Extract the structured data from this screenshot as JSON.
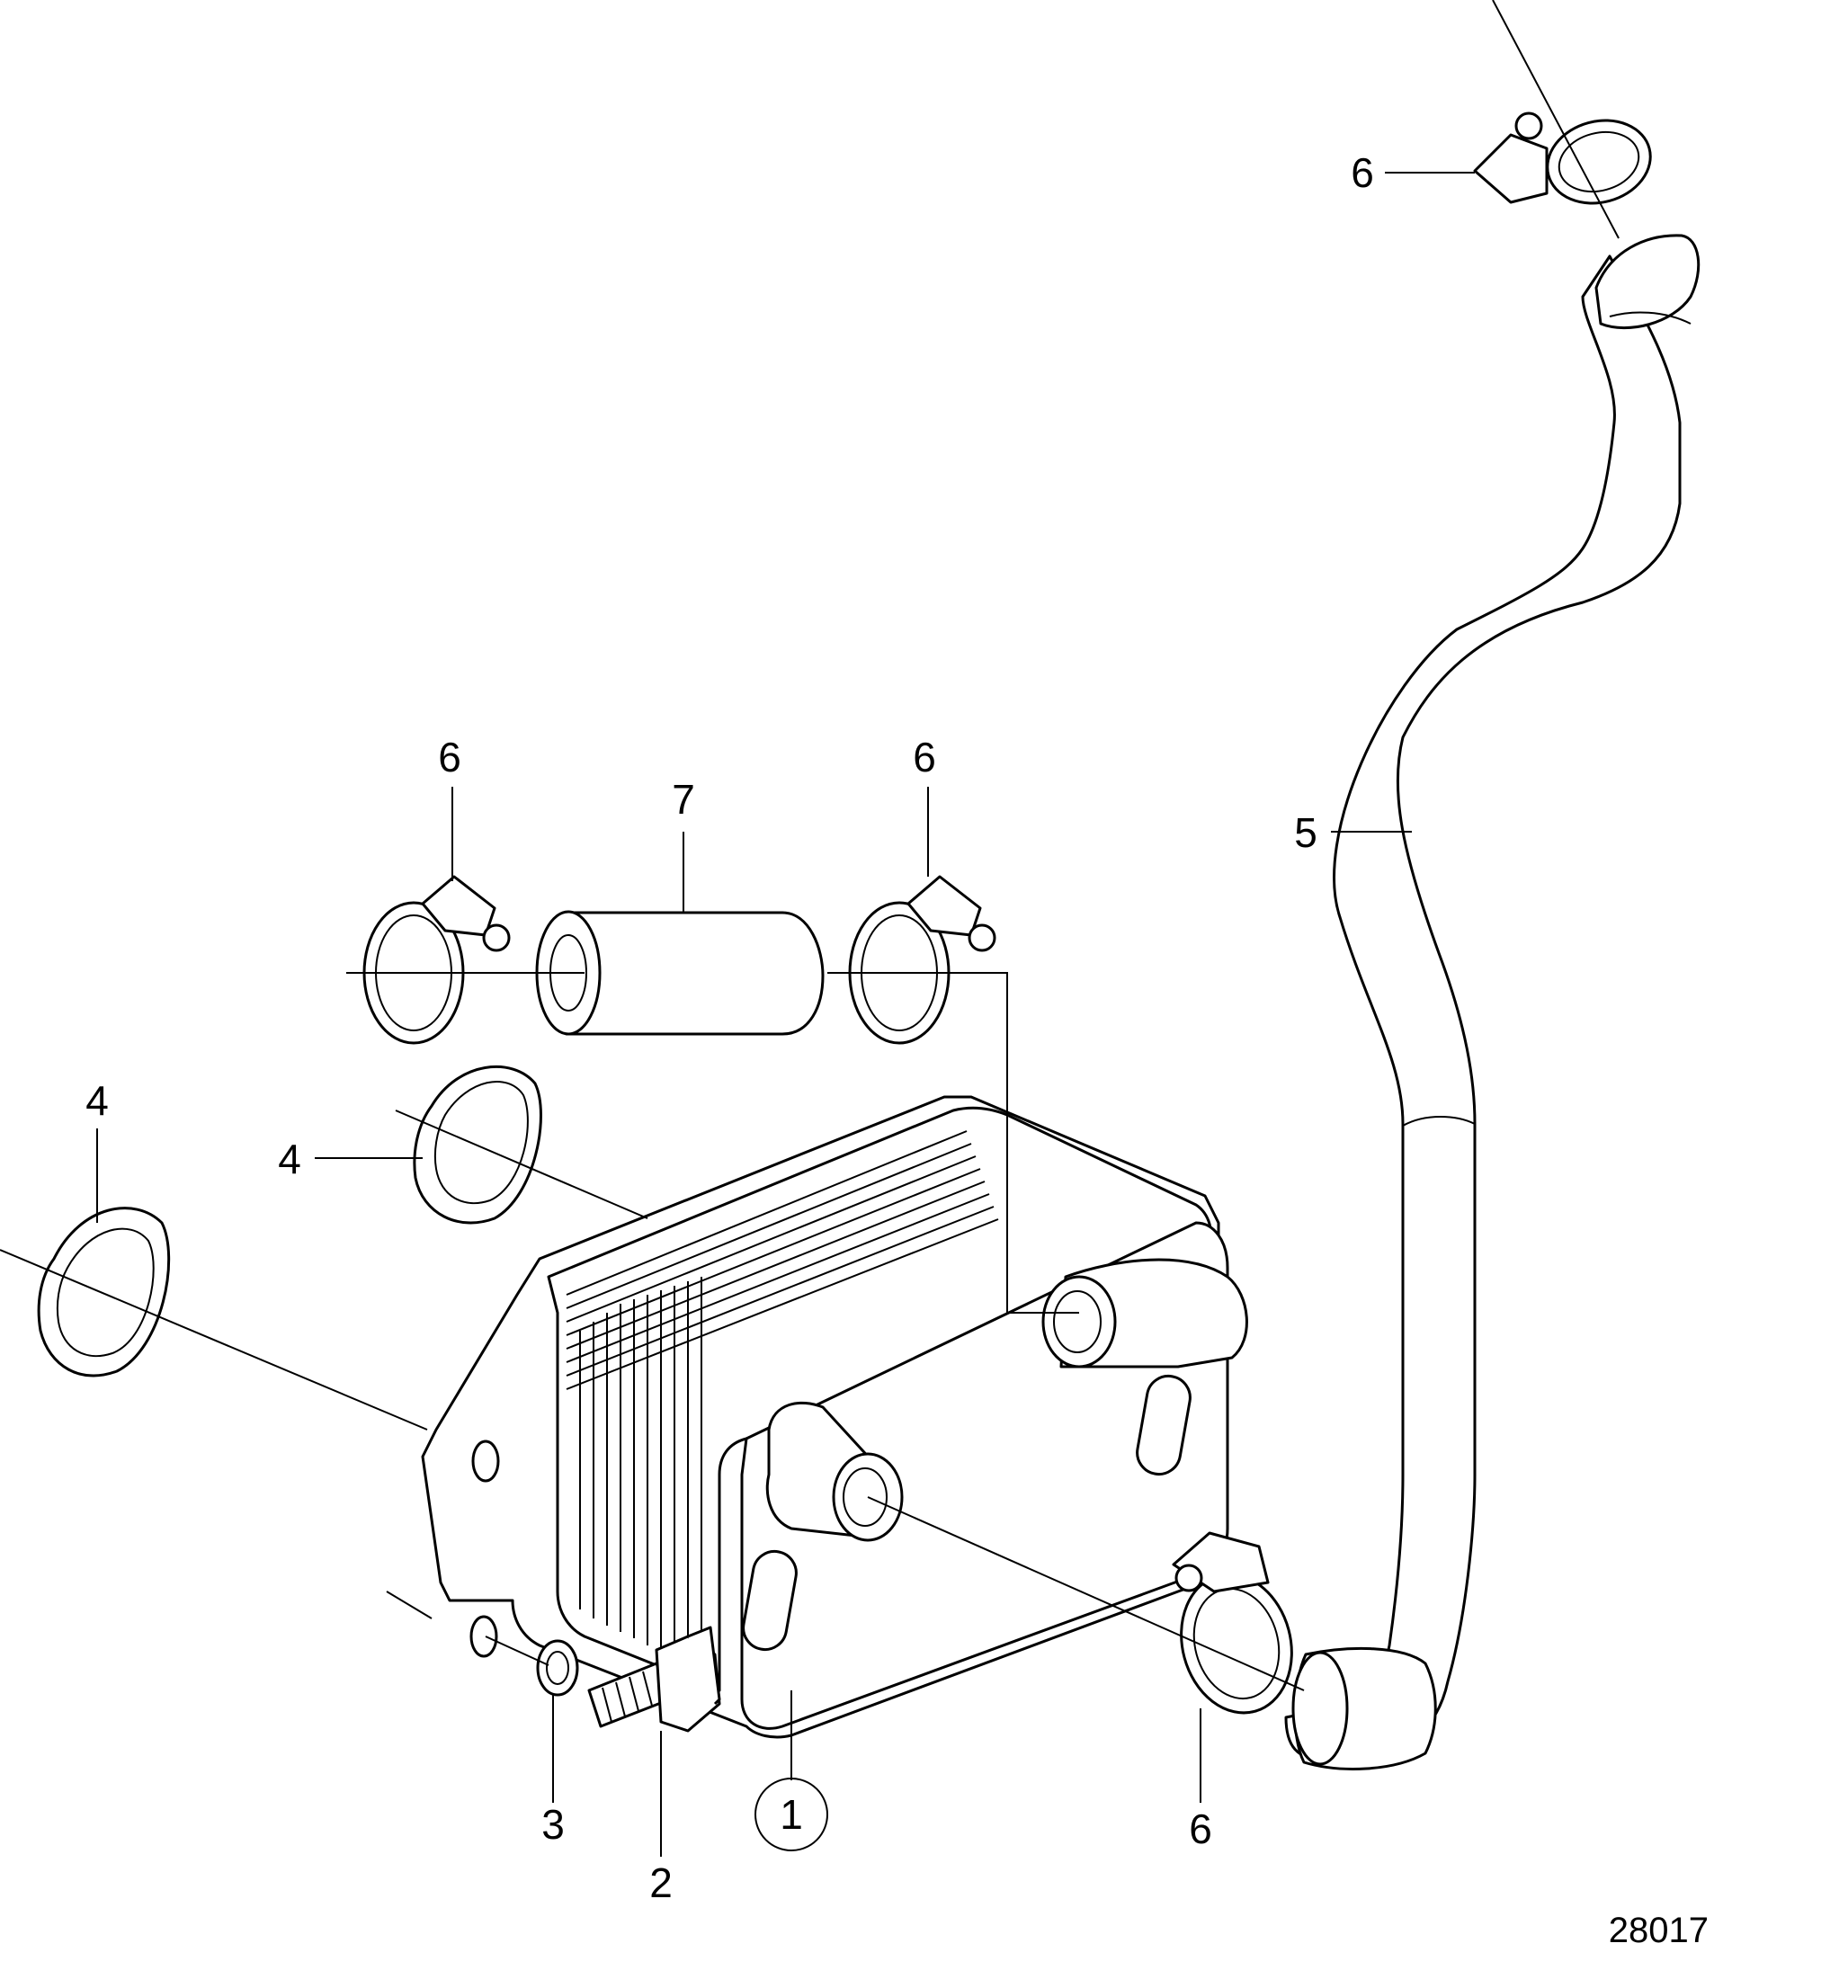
{
  "callouts": {
    "part_1": "1",
    "part_2": "2",
    "part_3": "3",
    "part_4": "4",
    "part_5": "5",
    "part_6": "6",
    "part_7": "7"
  },
  "reference_number": "28017"
}
